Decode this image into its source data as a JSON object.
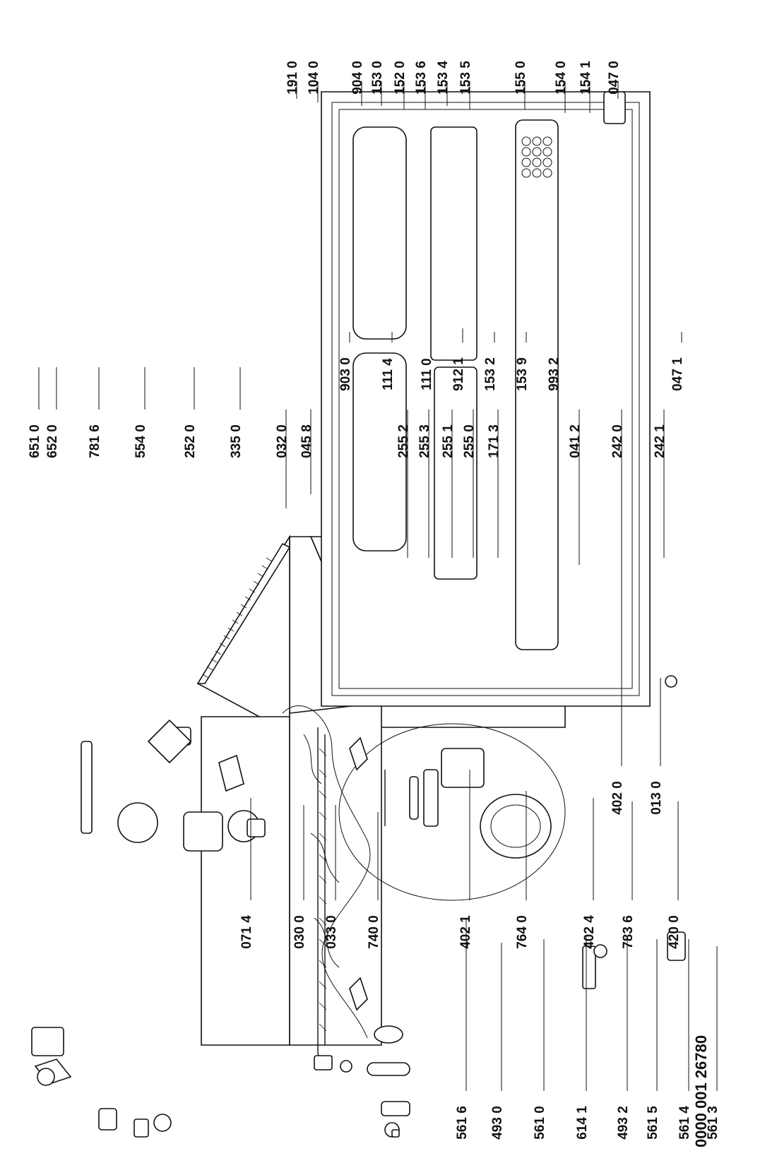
{
  "document_number": "0000 001 26780",
  "parts": [
    {
      "id": "561-6",
      "label": "561 6"
    },
    {
      "id": "493-0",
      "label": "493 0"
    },
    {
      "id": "561-0",
      "label": "561 0"
    },
    {
      "id": "614-1",
      "label": "614 1"
    },
    {
      "id": "493-2",
      "label": "493 2"
    },
    {
      "id": "561-5",
      "label": "561 5"
    },
    {
      "id": "561-4",
      "label": "561 4"
    },
    {
      "id": "561-3",
      "label": "561 3"
    },
    {
      "id": "071-4",
      "label": "071 4"
    },
    {
      "id": "030-0",
      "label": "030 0"
    },
    {
      "id": "033-0",
      "label": "033 0"
    },
    {
      "id": "740-0",
      "label": "740 0"
    },
    {
      "id": "402-1",
      "label": "402 1"
    },
    {
      "id": "764-0",
      "label": "764 0"
    },
    {
      "id": "402-4",
      "label": "402 4"
    },
    {
      "id": "783-6",
      "label": "783 6"
    },
    {
      "id": "420-0",
      "label": "420 0"
    },
    {
      "id": "402-0",
      "label": "402 0"
    },
    {
      "id": "013-0",
      "label": "013 0"
    },
    {
      "id": "651-0",
      "label": "651 0"
    },
    {
      "id": "652-0",
      "label": "652 0"
    },
    {
      "id": "781-6",
      "label": "781 6"
    },
    {
      "id": "554-0",
      "label": "554 0"
    },
    {
      "id": "252-0",
      "label": "252 0"
    },
    {
      "id": "335-0",
      "label": "335 0"
    },
    {
      "id": "032-0",
      "label": "032 0"
    },
    {
      "id": "045-8",
      "label": "045 8"
    },
    {
      "id": "255-2",
      "label": "255 2"
    },
    {
      "id": "255-3",
      "label": "255 3"
    },
    {
      "id": "255-1",
      "label": "255 1"
    },
    {
      "id": "255-0",
      "label": "255 0"
    },
    {
      "id": "171-3",
      "label": "171 3"
    },
    {
      "id": "041-2",
      "label": "041 2"
    },
    {
      "id": "242-0",
      "label": "242 0"
    },
    {
      "id": "242-1",
      "label": "242 1"
    },
    {
      "id": "903-0",
      "label": "903 0"
    },
    {
      "id": "111-4",
      "label": "111 4"
    },
    {
      "id": "111-0",
      "label": "111 0"
    },
    {
      "id": "912-1",
      "label": "912 1"
    },
    {
      "id": "153-2",
      "label": "153 2"
    },
    {
      "id": "153-9",
      "label": "153 9"
    },
    {
      "id": "993-2",
      "label": "993 2"
    },
    {
      "id": "047-1",
      "label": "047 1"
    },
    {
      "id": "191-0",
      "label": "191 0"
    },
    {
      "id": "104-0",
      "label": "104 0"
    },
    {
      "id": "904-0",
      "label": "904 0"
    },
    {
      "id": "153-0",
      "label": "153 0"
    },
    {
      "id": "152-0",
      "label": "152 0"
    },
    {
      "id": "153-6",
      "label": "153 6"
    },
    {
      "id": "153-4",
      "label": "153 4"
    },
    {
      "id": "153-5",
      "label": "153 5"
    },
    {
      "id": "155-0",
      "label": "155 0"
    },
    {
      "id": "154-0",
      "label": "154 0"
    },
    {
      "id": "154-1",
      "label": "154 1"
    },
    {
      "id": "047-0",
      "label": "047 0"
    }
  ]
}
